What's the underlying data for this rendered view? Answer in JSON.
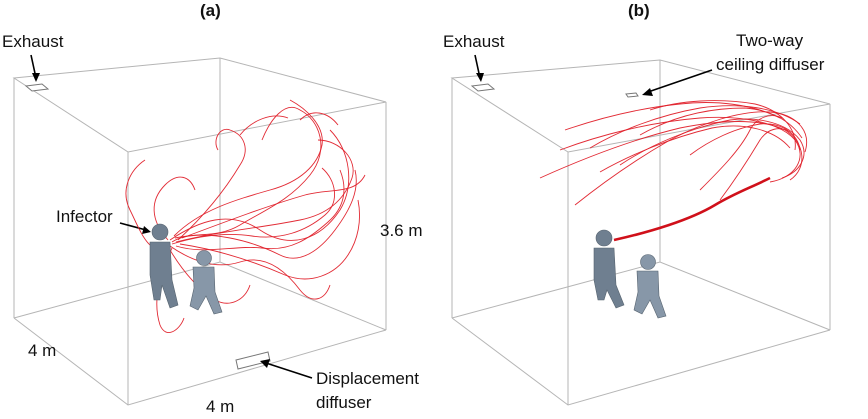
{
  "panels": [
    {
      "label": "(a)",
      "annotations": {
        "exhaust": "Exhaust",
        "infector": "Infector",
        "height": "3.6 m",
        "depth": "4 m",
        "width": "4 m",
        "diffuser_line1": "Displacement",
        "diffuser_line2": "diffuser"
      }
    },
    {
      "label": "(b)",
      "annotations": {
        "exhaust": "Exhaust",
        "diffuser_line1": "Two-way",
        "diffuser_line2": "ceiling diffuser"
      }
    }
  ],
  "colors": {
    "pathline": "#e0202a",
    "mannequin": "#6f7f90",
    "room_edges": "#b5b5b5"
  }
}
